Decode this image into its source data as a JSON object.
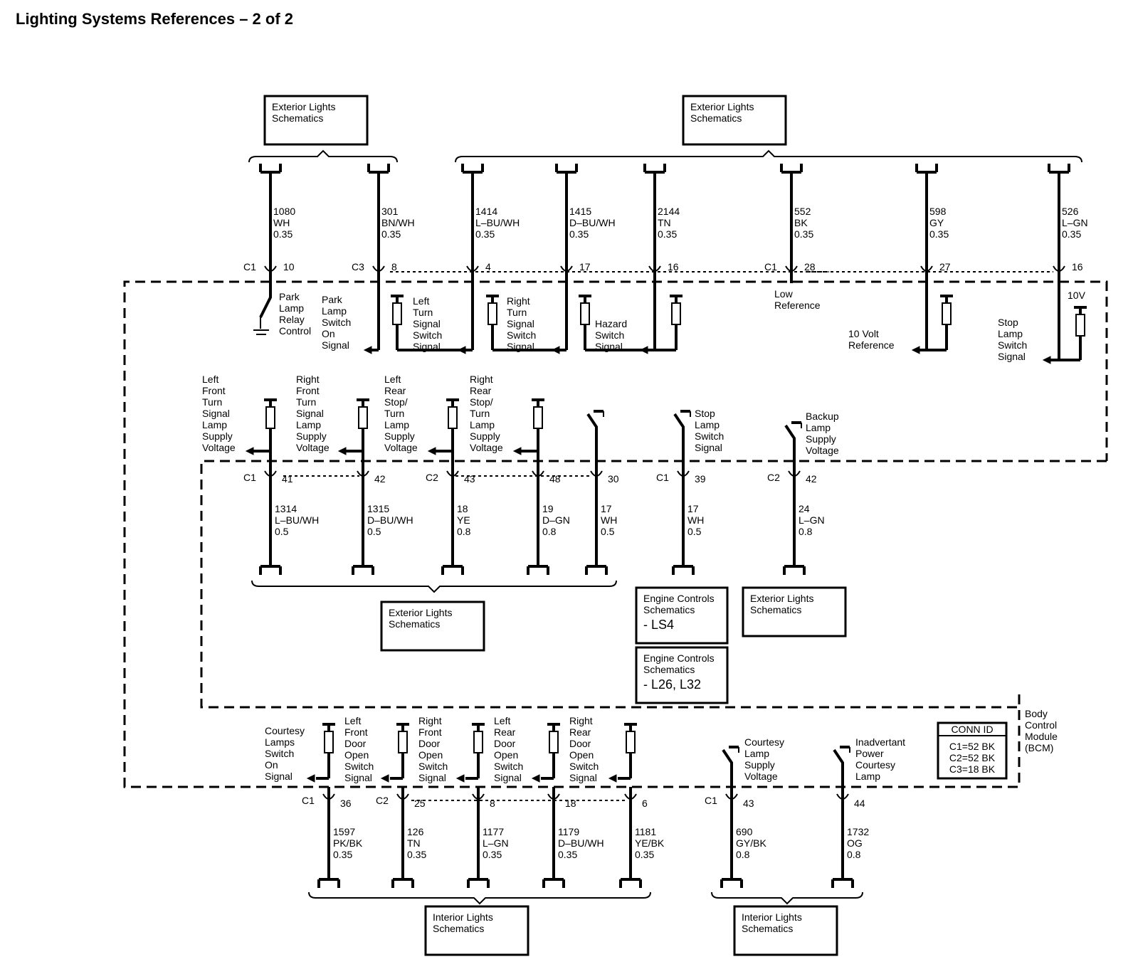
{
  "title": "Lighting Systems References – 2 of 2",
  "refs": {
    "ext_top_left": [
      "Exterior Lights",
      "Schematics"
    ],
    "ext_top_right": [
      "Exterior Lights",
      "Schematics"
    ],
    "ext_mid_left": [
      "Exterior Lights",
      "Schematics"
    ],
    "ext_mid_right": [
      "Exterior Lights",
      "Schematics"
    ],
    "eng_ls4": [
      "Engine Controls",
      "Schematics",
      "- LS4"
    ],
    "eng_l26": [
      "Engine Controls",
      "Schematics",
      "- L26, L32"
    ],
    "int_left": [
      "Interior Lights",
      "Schematics"
    ],
    "int_right": [
      "Interior Lights",
      "Schematics"
    ]
  },
  "top_wires": [
    {
      "circuit": "1080",
      "color": "WH",
      "gauge": "0.35",
      "conn": "C1",
      "pin": "10"
    },
    {
      "circuit": "301",
      "color": "BN/WH",
      "gauge": "0.35",
      "conn": "C3",
      "pin": "8"
    },
    {
      "circuit": "1414",
      "color": "L–BU/WH",
      "gauge": "0.35",
      "conn": "",
      "pin": "4"
    },
    {
      "circuit": "1415",
      "color": "D–BU/WH",
      "gauge": "0.35",
      "conn": "",
      "pin": "17"
    },
    {
      "circuit": "2144",
      "color": "TN",
      "gauge": "0.35",
      "conn": "",
      "pin": "16"
    },
    {
      "circuit": "552",
      "color": "BK",
      "gauge": "0.35",
      "conn": "C1",
      "pin": "28"
    },
    {
      "circuit": "598",
      "color": "GY",
      "gauge": "0.35",
      "conn": "",
      "pin": "27"
    },
    {
      "circuit": "526",
      "color": "L–GN",
      "gauge": "0.35",
      "conn": "",
      "pin": "16"
    }
  ],
  "top_signals": {
    "park_relay": [
      "Park",
      "Lamp",
      "Relay",
      "Control"
    ],
    "park_switch": [
      "Park",
      "Lamp",
      "Switch",
      "On",
      "Signal"
    ],
    "left_turn": [
      "Left",
      "Turn",
      "Signal",
      "Switch",
      "Signal"
    ],
    "right_turn": [
      "Right",
      "Turn",
      "Signal",
      "Switch",
      "Signal"
    ],
    "hazard": [
      "Hazard",
      "Switch",
      "Signal"
    ],
    "low_ref": [
      "Low",
      "Reference"
    ],
    "ten_volt_ref": [
      "10 Volt",
      "Reference"
    ],
    "ten_v": "10V",
    "stop_lamp_sw": [
      "Stop",
      "Lamp",
      "Switch",
      "Signal"
    ]
  },
  "mid_signals": {
    "lf_turn": [
      "Left",
      "Front",
      "Turn",
      "Signal",
      "Lamp",
      "Supply",
      "Voltage"
    ],
    "rf_turn": [
      "Right",
      "Front",
      "Turn",
      "Signal",
      "Lamp",
      "Supply",
      "Voltage"
    ],
    "lr_turn": [
      "Left",
      "Rear",
      "Stop/",
      "Turn",
      "Lamp",
      "Supply",
      "Voltage"
    ],
    "rr_turn": [
      "Right",
      "Rear",
      "Stop/",
      "Turn",
      "Lamp",
      "Supply",
      "Voltage"
    ],
    "stop_sw": [
      "Stop",
      "Lamp",
      "Switch",
      "Signal"
    ],
    "backup": [
      "Backup",
      "Lamp",
      "Supply",
      "Voltage"
    ]
  },
  "mid_wires": [
    {
      "circuit": "1314",
      "color": "L–BU/WH",
      "gauge": "0.5",
      "conn": "C1",
      "pin": "41"
    },
    {
      "circuit": "1315",
      "color": "D–BU/WH",
      "gauge": "0.5",
      "conn": "",
      "pin": "42"
    },
    {
      "circuit": "18",
      "color": "YE",
      "gauge": "0.8",
      "conn": "C2",
      "pin": "43"
    },
    {
      "circuit": "19",
      "color": "D–GN",
      "gauge": "0.8",
      "conn": "",
      "pin": "48"
    },
    {
      "circuit": "17",
      "color": "WH",
      "gauge": "0.5",
      "conn": "",
      "pin": "30"
    },
    {
      "circuit": "17",
      "color": "WH",
      "gauge": "0.5",
      "conn": "C1",
      "pin": "39"
    },
    {
      "circuit": "24",
      "color": "L–GN",
      "gauge": "0.8",
      "conn": "C2",
      "pin": "42"
    }
  ],
  "bcm": [
    "Body",
    "Control",
    "Module",
    "(BCM)"
  ],
  "conn_id": {
    "header": "CONN ID",
    "rows": [
      "C1=52 BK",
      "C2=52 BK",
      "C3=18 BK"
    ]
  },
  "bot_signals": {
    "courtesy_sw": [
      "Courtesy",
      "Lamps",
      "Switch",
      "On",
      "Signal"
    ],
    "lf_door": [
      "Left",
      "Front",
      "Door",
      "Open",
      "Switch",
      "Signal"
    ],
    "rf_door": [
      "Right",
      "Front",
      "Door",
      "Open",
      "Switch",
      "Signal"
    ],
    "lr_door": [
      "Left",
      "Rear",
      "Door",
      "Open",
      "Switch",
      "Signal"
    ],
    "rr_door": [
      "Right",
      "Rear",
      "Door",
      "Open",
      "Switch",
      "Signal"
    ],
    "courtesy_supply": [
      "Courtesy",
      "Lamp",
      "Supply",
      "Voltage"
    ],
    "inadvertant": [
      "Inadvertant",
      "Power",
      "Courtesy",
      "Lamp"
    ]
  },
  "bot_wires": [
    {
      "circuit": "1597",
      "color": "PK/BK",
      "gauge": "0.35",
      "conn": "C1",
      "pin": "36"
    },
    {
      "circuit": "126",
      "color": "TN",
      "gauge": "0.35",
      "conn": "C2",
      "pin": "25"
    },
    {
      "circuit": "1177",
      "color": "L–GN",
      "gauge": "0.35",
      "conn": "",
      "pin": "8"
    },
    {
      "circuit": "1179",
      "color": "D–BU/WH",
      "gauge": "0.35",
      "conn": "",
      "pin": "18"
    },
    {
      "circuit": "1181",
      "color": "YE/BK",
      "gauge": "0.35",
      "conn": "",
      "pin": "6"
    },
    {
      "circuit": "690",
      "color": "GY/BK",
      "gauge": "0.8",
      "conn": "C1",
      "pin": "43"
    },
    {
      "circuit": "1732",
      "color": "OG",
      "gauge": "0.8",
      "conn": "",
      "pin": "44"
    }
  ]
}
